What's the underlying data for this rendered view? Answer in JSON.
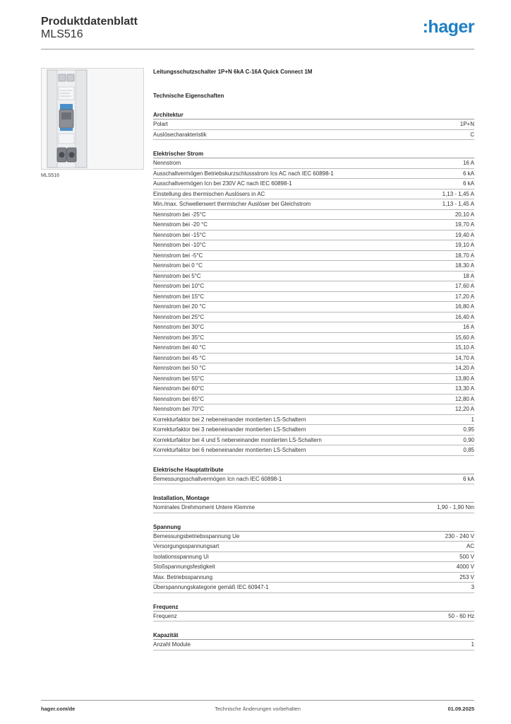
{
  "header": {
    "title": "Produktdatenblatt",
    "subtitle": "MLS516",
    "logo": ":hager"
  },
  "product": {
    "image_caption": "MLS516",
    "description": "Leitungsschutzschalter 1P+N 6kA C-16A Quick Connect 1M",
    "section_heading": "Technische Eigenschaften"
  },
  "sections": [
    {
      "title": "Architektur",
      "rows": [
        {
          "label": "Polart",
          "value": "1P+N"
        },
        {
          "label": "Auslösecharakteristik",
          "value": "C"
        }
      ]
    },
    {
      "title": "Elektrischer Strom",
      "rows": [
        {
          "label": "Nennstrom",
          "value": "16 A"
        },
        {
          "label": "Ausschaltvermögen Betriebskurzschlussstrom Ics AC nach IEC 60898-1",
          "value": "6 kA"
        },
        {
          "label": "Ausschaltvermögen Icn bei 230V AC nach IEC 60898-1",
          "value": "6 kA"
        },
        {
          "label": "Einstellung des thermischen Auslösers in AC",
          "value": "1,13 - 1,45 A"
        },
        {
          "label": "Min./max. Schwellenwert thermischer Auslöser bei Gleichstrom",
          "value": "1,13 - 1,45 A"
        },
        {
          "label": "Nennstrom bei -25°C",
          "value": "20,10 A"
        },
        {
          "label": "Nennstrom bei -20 °C",
          "value": "19,70 A"
        },
        {
          "label": "Nennstrom bei -15°C",
          "value": "19,40 A"
        },
        {
          "label": "Nennstrom bei -10°C",
          "value": "19,10 A"
        },
        {
          "label": "Nennstrom bei -5°C",
          "value": "18,70 A"
        },
        {
          "label": "Nennstrom bei 0 °C",
          "value": "18,30 A"
        },
        {
          "label": "Nennstrom bei 5°C",
          "value": "18 A"
        },
        {
          "label": "Nennstrom bei 10°C",
          "value": "17,60 A"
        },
        {
          "label": "Nennstrom bei 15°C",
          "value": "17,20 A"
        },
        {
          "label": "Nennstrom bei 20 °C",
          "value": "16,80 A"
        },
        {
          "label": "Nennstrom bei 25°C",
          "value": "16,40 A"
        },
        {
          "label": "Nennstrom bei 30°C",
          "value": "16 A"
        },
        {
          "label": "Nennstrom bei 35°C",
          "value": "15,60 A"
        },
        {
          "label": "Nennstrom bei 40 °C",
          "value": "15,10 A"
        },
        {
          "label": "Nennstrom bei 45 °C",
          "value": "14,70 A"
        },
        {
          "label": "Nennstrom bei 50 °C",
          "value": "14,20 A"
        },
        {
          "label": "Nennstrom bei 55°C",
          "value": "13,80 A"
        },
        {
          "label": "Nennstrom bei 60°C",
          "value": "13,30 A"
        },
        {
          "label": "Nennstrom bei 65°C",
          "value": "12,80 A"
        },
        {
          "label": "Nennstrom bei 70°C",
          "value": "12,20 A"
        },
        {
          "label": "Korrekturfaktor bei 2 nebeneinander montierten LS-Schaltern",
          "value": "1"
        },
        {
          "label": "Korrekturfaktor bei 3 nebeneinander montierten LS-Schaltern",
          "value": "0,95"
        },
        {
          "label": "Korrekturfaktor bei 4 und 5 nebeneinander montierten LS-Schaltern",
          "value": "0,90"
        },
        {
          "label": "Korrekturfaktor bei 6 nebeneinander montierten LS-Schaltern",
          "value": "0,85"
        }
      ]
    },
    {
      "title": "Elektrische Hauptattribute",
      "rows": [
        {
          "label": "Bemessungsschaltvermögen Icn nach IEC 60898-1",
          "value": "6 kA"
        }
      ]
    },
    {
      "title": "Installation, Montage",
      "rows": [
        {
          "label": "Nominales Drehmoment Untere Klemme",
          "value": "1,90 - 1,90 Nm"
        }
      ]
    },
    {
      "title": "Spannung",
      "rows": [
        {
          "label": "Bemessungsbetriebsspannung Ue",
          "value": "230 - 240 V"
        },
        {
          "label": "Versorgungsspannungsart",
          "value": "AC"
        },
        {
          "label": "Isolationsspannung Ui",
          "value": "500 V"
        },
        {
          "label": "Stoßspannungsfestigkeit",
          "value": "4000 V"
        },
        {
          "label": "Max. Betriebsspannung",
          "value": "253 V"
        },
        {
          "label": "Überspannungskategorie gemäß IEC 60947-1",
          "value": "3"
        }
      ]
    },
    {
      "title": "Frequenz",
      "rows": [
        {
          "label": "Frequenz",
          "value": "50 - 60 Hz"
        }
      ]
    },
    {
      "title": "Kapazität",
      "rows": [
        {
          "label": "Anzahl Module",
          "value": "1"
        }
      ]
    }
  ],
  "footer": {
    "left": "hager.com/de",
    "center": "Technische Änderungen vorbehalten",
    "right": "01.09.2025"
  },
  "colors": {
    "brand": "#1e7fc4",
    "rule": "#9a9a9a",
    "text": "#222222"
  }
}
